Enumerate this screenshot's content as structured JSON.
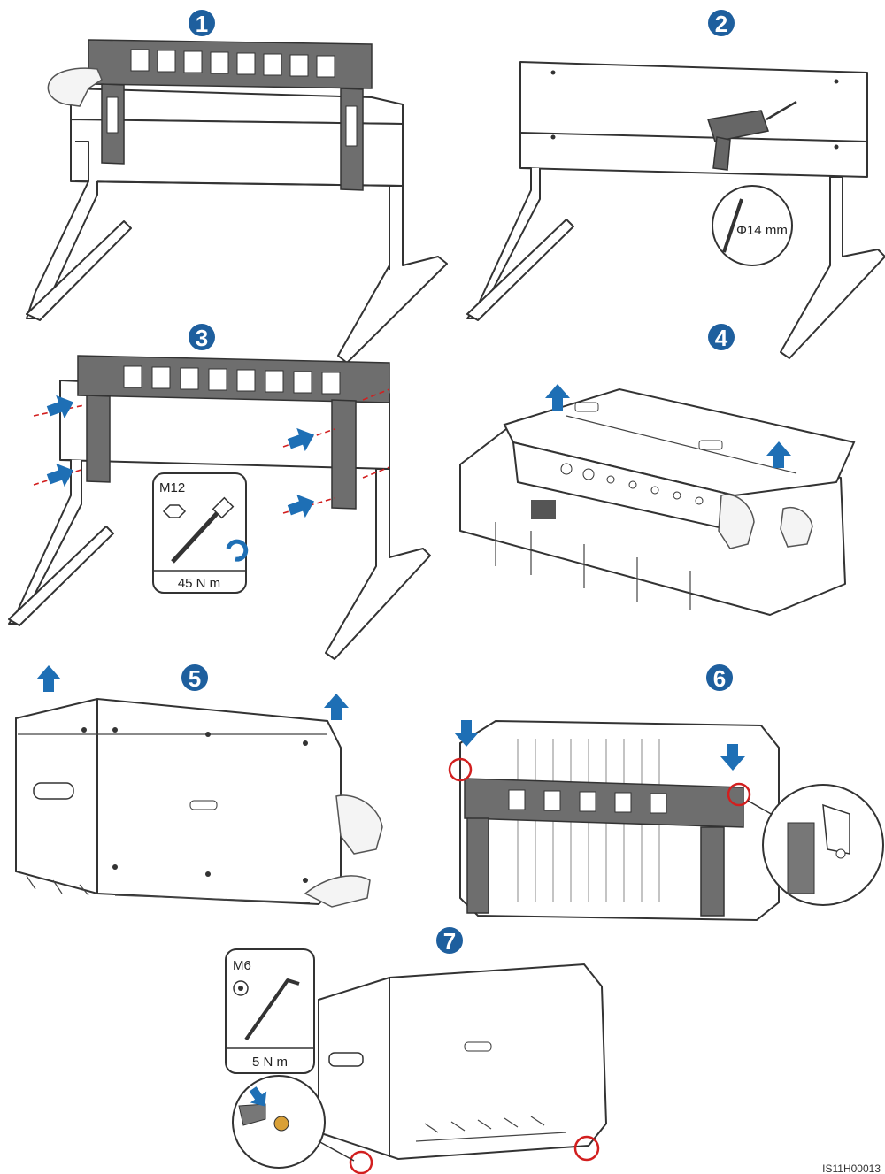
{
  "steps": [
    "1",
    "2",
    "3",
    "4",
    "5",
    "6",
    "7"
  ],
  "labels": {
    "drill_bit": "Φ14 mm",
    "bolt_size": "M12",
    "bolt_torque": "45 N m",
    "screw_size": "M6",
    "screw_torque": "5 N m",
    "doc_id": "IS11H00013"
  },
  "colors": {
    "badge": "#1e5f9e",
    "arrow": "#1e6fb5",
    "highlight": "#d21f1f"
  },
  "icons": [
    "hand-icon",
    "drill-icon",
    "socket-wrench-icon",
    "hex-nut-icon",
    "hex-key-icon",
    "tighten-arrow-icon",
    "up-arrow-icon",
    "down-arrow-icon"
  ]
}
